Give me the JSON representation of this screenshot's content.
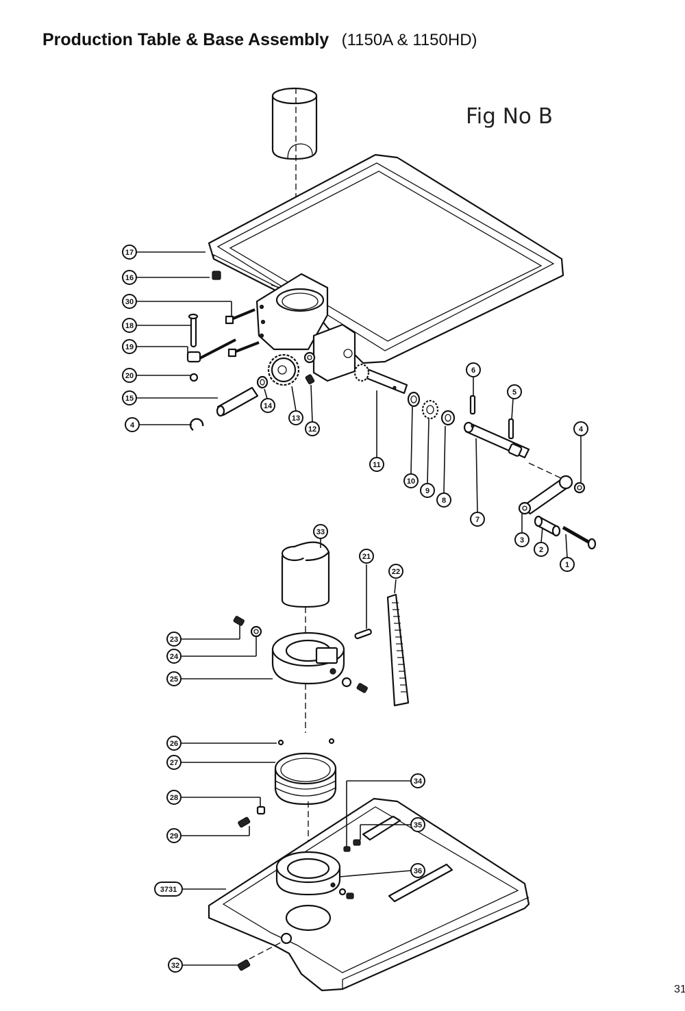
{
  "header": {
    "title": "Production Table & Base Assembly",
    "subtitle": "(1150A & 1150HD)"
  },
  "figure": {
    "label": "Fig No B"
  },
  "page_number": "31",
  "callouts": [
    {
      "id": "c17",
      "text": "17"
    },
    {
      "id": "c16",
      "text": "16"
    },
    {
      "id": "c30",
      "text": "30"
    },
    {
      "id": "c18",
      "text": "18"
    },
    {
      "id": "c19",
      "text": "19"
    },
    {
      "id": "c20",
      "text": "20"
    },
    {
      "id": "c15",
      "text": "15"
    },
    {
      "id": "c4a",
      "text": "4"
    },
    {
      "id": "c14",
      "text": "14"
    },
    {
      "id": "c13",
      "text": "13"
    },
    {
      "id": "c12",
      "text": "12"
    },
    {
      "id": "c11",
      "text": "11"
    },
    {
      "id": "c10",
      "text": "10"
    },
    {
      "id": "c9",
      "text": "9"
    },
    {
      "id": "c8",
      "text": "8"
    },
    {
      "id": "c7",
      "text": "7"
    },
    {
      "id": "c6",
      "text": "6"
    },
    {
      "id": "c5",
      "text": "5"
    },
    {
      "id": "c4b",
      "text": "4"
    },
    {
      "id": "c3",
      "text": "3"
    },
    {
      "id": "c2",
      "text": "2"
    },
    {
      "id": "c1",
      "text": "1"
    },
    {
      "id": "c33",
      "text": "33"
    },
    {
      "id": "c21",
      "text": "21"
    },
    {
      "id": "c22",
      "text": "22"
    },
    {
      "id": "c23",
      "text": "23"
    },
    {
      "id": "c24",
      "text": "24"
    },
    {
      "id": "c25",
      "text": "25"
    },
    {
      "id": "c26",
      "text": "26"
    },
    {
      "id": "c27",
      "text": "27"
    },
    {
      "id": "c28",
      "text": "28"
    },
    {
      "id": "c29",
      "text": "29"
    },
    {
      "id": "c34",
      "text": "34"
    },
    {
      "id": "c35",
      "text": "35"
    },
    {
      "id": "c36",
      "text": "36"
    },
    {
      "id": "c3731",
      "text": "3731"
    },
    {
      "id": "c32",
      "text": "32"
    }
  ]
}
